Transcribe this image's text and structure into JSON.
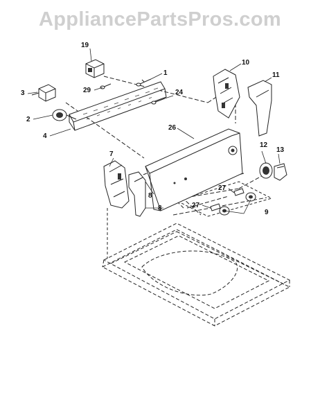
{
  "watermark": "AppliancePartsPros.com",
  "callouts": {
    "c1": "1",
    "c2": "2",
    "c3": "3",
    "c4": "4",
    "c7": "7",
    "c8a": "8",
    "c8b": "8",
    "c9": "9",
    "c10": "10",
    "c11": "11",
    "c12": "12",
    "c13": "13",
    "c19": "19",
    "c24": "24",
    "c26": "26",
    "c27a": "27",
    "c27b": "27",
    "c29": "29"
  }
}
